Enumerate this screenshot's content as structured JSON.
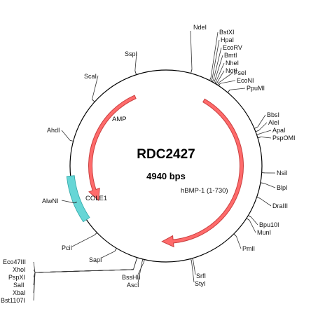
{
  "plasmid": {
    "name": "RDC2427",
    "size_text": "4940 bps"
  },
  "colors": {
    "backbone": "#000000",
    "amp": "#ff6b6b",
    "amp_stroke": "#c94040",
    "hbmp": "#ff6b6b",
    "hbmp_stroke": "#c94040",
    "cole1": "#66d6d6",
    "cole1_stroke": "#2fa6a6"
  },
  "features": [
    {
      "id": "amp",
      "label": "AMP"
    },
    {
      "id": "hbmp",
      "label": "hBMP-1 (1-730)"
    },
    {
      "id": "cole1",
      "label": "COLE1"
    }
  ],
  "sites": {
    "nde": [
      "NdeI"
    ],
    "top_cluster": [
      "BstXI",
      "HpaI",
      "EcoRV",
      "BmtI",
      "NheI",
      "NotI",
      "FseI",
      "EcoNI"
    ],
    "ppumi": [
      "PpuMI"
    ],
    "bbs_cluster": [
      "BbsI",
      "AleI",
      "ApaI",
      "PspOMI"
    ],
    "nsi": [
      "NsiI"
    ],
    "blp": [
      "BlpI"
    ],
    "dra": [
      "DraIII"
    ],
    "bpu_cluster": [
      "Bpu10I",
      "MunI"
    ],
    "pml": [
      "PmlI"
    ],
    "srf_cluster": [
      "SrfI",
      "StyI"
    ],
    "bss_cluster": [
      "BssHII",
      "AscI"
    ],
    "sap": [
      "SapI"
    ],
    "pci": [
      "PciI"
    ],
    "alwn": [
      "AlwNI"
    ],
    "ahd": [
      "AhdI"
    ],
    "sca": [
      "ScaI"
    ],
    "ssp": [
      "SspI"
    ],
    "mcs_cluster": [
      "Eco47III",
      "XhoI",
      "PspXI",
      "SalI",
      "XbaI",
      "Bst1107I"
    ]
  }
}
